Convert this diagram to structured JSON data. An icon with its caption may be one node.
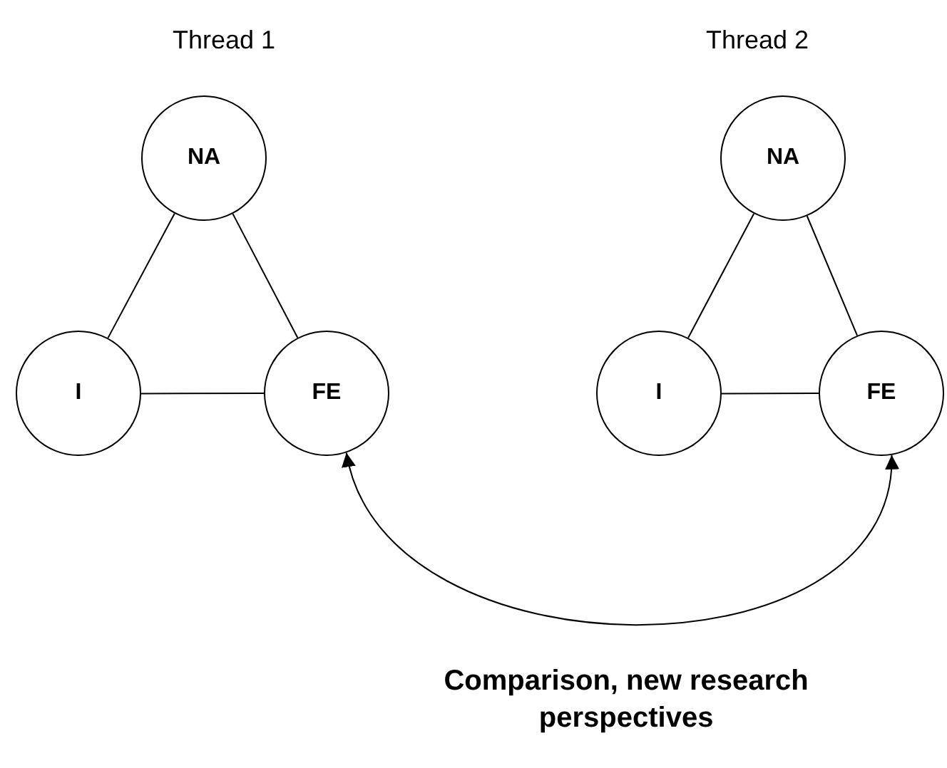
{
  "diagram": {
    "nodes": [
      {
        "text": [
          "NA"
        ]
      },
      {
        "text": [
          "I"
        ]
      },
      {
        "text": [
          "FE"
        ]
      },
      {
        "text": [
          "NA"
        ]
      },
      {
        "text": [
          "I"
        ]
      },
      {
        "text": [
          "FE"
        ]
      }
    ],
    "edges": [
      {
        "from": 0,
        "to": 1,
        "arrow": "none"
      },
      {
        "from": 0,
        "to": 2,
        "arrow": "none"
      },
      {
        "from": 1,
        "to": 2,
        "arrow": "none"
      },
      {
        "from": 3,
        "to": 4,
        "arrow": "none"
      },
      {
        "from": 3,
        "to": 5,
        "arrow": "none"
      },
      {
        "from": 4,
        "to": 5,
        "arrow": "none"
      },
      {
        "from": 2,
        "to": 5,
        "arrow": "both",
        "label": "Comparison, new research perspectives"
      }
    ],
    "labels": [
      "Thread 1",
      "Thread 2"
    ]
  }
}
